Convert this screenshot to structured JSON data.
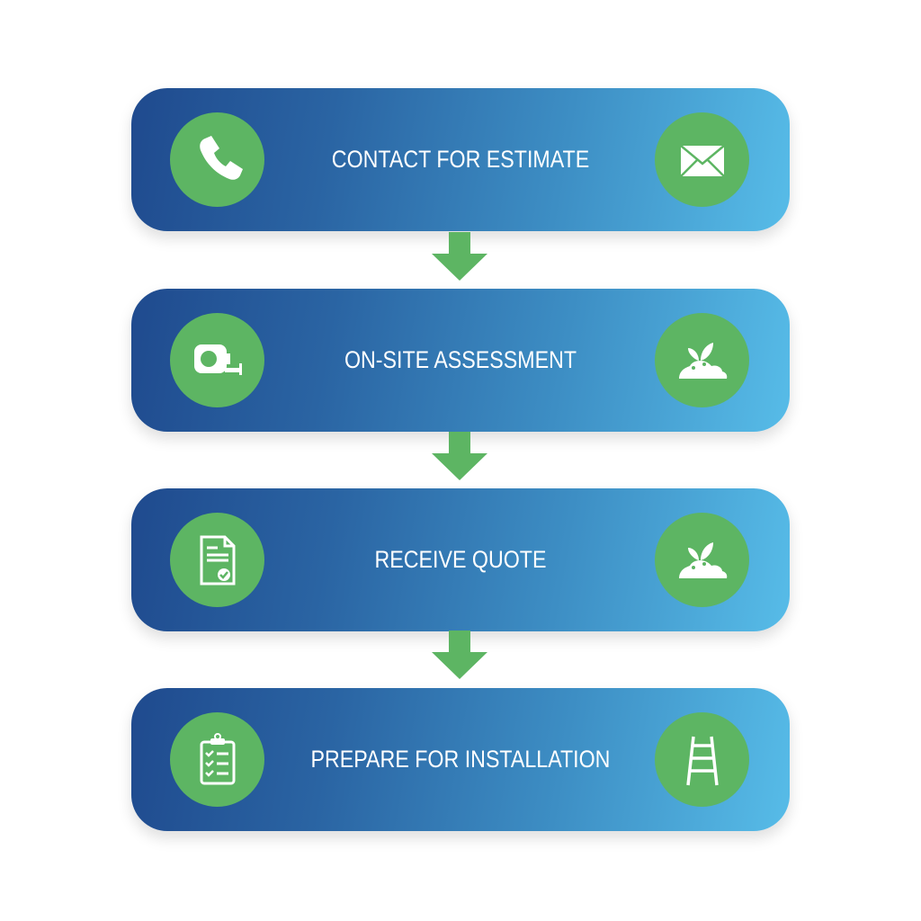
{
  "diagram": {
    "type": "process-flow",
    "direction": "top-to-bottom",
    "colors": {
      "box_gradient_start": "#1f4a8e",
      "box_gradient_end": "#57bce8",
      "icon_circle": "#5db563",
      "arrow": "#5db563",
      "text": "#ffffff"
    },
    "steps": [
      {
        "label": "CONTACT FOR ESTIMATE",
        "left_icon": "phone-icon",
        "right_icon": "envelope-icon"
      },
      {
        "label": "ON-SITE ASSESSMENT",
        "left_icon": "tape-measure-icon",
        "right_icon": "soil-sprout-icon"
      },
      {
        "label": "RECEIVE QUOTE",
        "left_icon": "document-check-icon",
        "right_icon": "soil-sprout-icon"
      },
      {
        "label": "PREPARE FOR INSTALLATION",
        "left_icon": "clipboard-checklist-icon",
        "right_icon": "ladder-icon"
      }
    ],
    "connectors": [
      {
        "from": 0,
        "to": 1,
        "icon": "arrow-down-icon"
      },
      {
        "from": 1,
        "to": 2,
        "icon": "arrow-down-icon"
      },
      {
        "from": 2,
        "to": 3,
        "icon": "arrow-down-icon"
      }
    ]
  }
}
